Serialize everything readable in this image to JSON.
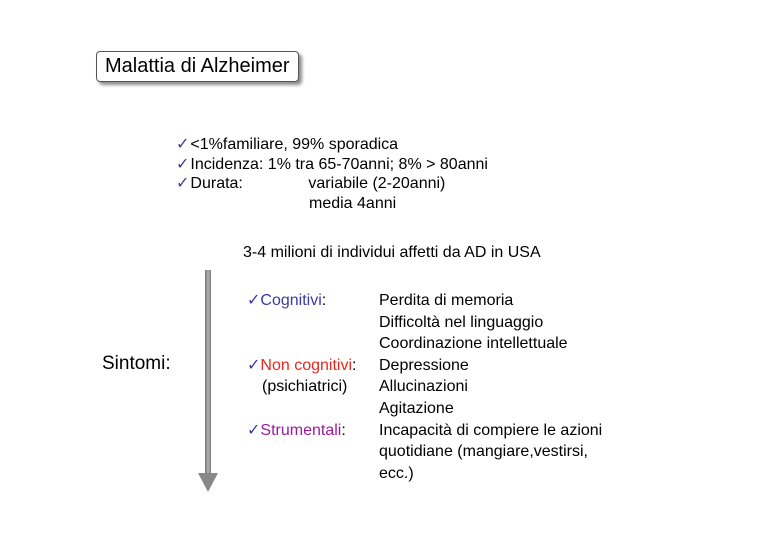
{
  "slide": {
    "title": "Malattia di Alzheimer",
    "check_glyph": "✓",
    "facts": [
      {
        "text": "<1%familiare, 99% sporadica"
      },
      {
        "text": "Incidenza: 1% tra 65-70anni; 8% > 80anni"
      },
      {
        "label": "Durata:",
        "value": "variabile (2-20anni)"
      },
      {
        "value": "media 4anni"
      }
    ],
    "subtitle": "3-4 milioni di individui affetti da AD in USA",
    "symptoms_label": "Sintomi:",
    "symptoms": {
      "cognitive": {
        "label": "Cognitivi",
        "values": [
          "Perdita di memoria",
          "Difficoltà nel linguaggio",
          "Coordinazione intellettuale"
        ]
      },
      "non_cognitive": {
        "label": "Non cognitivi",
        "sub_label": "(psichiatrici)",
        "values": [
          "Depressione",
          "Allucinazioni",
          "Agitazione"
        ]
      },
      "instrumental": {
        "label": "Strumentali",
        "values": [
          "Incapacità di compiere le azioni",
          "quotidiane (mangiare,vestirsi,",
          "ecc.)"
        ]
      }
    },
    "colors": {
      "check": "#3a3aa5",
      "cognitive": "#3a3aa5",
      "non_cognitive": "#e8281e",
      "instrumental": "#9a1a9e",
      "arrow": "#8a8a8a"
    }
  }
}
